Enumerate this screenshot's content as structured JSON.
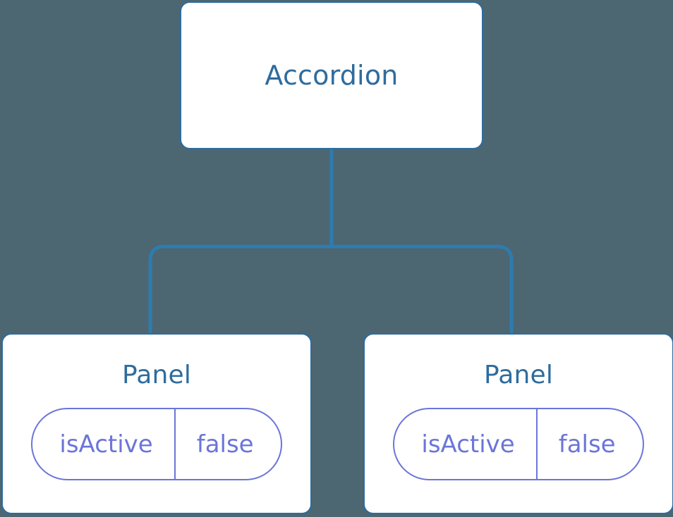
{
  "diagram": {
    "type": "component-tree",
    "background_color": "#4c6672",
    "node_border_color": "#2e6c9e",
    "node_fill_color": "#ffffff",
    "node_text_color": "#2e6c9e",
    "prop_accent_color": "#6c75d8",
    "connector_color": "#2e7cae",
    "root": {
      "label": "Accordion"
    },
    "children": [
      {
        "label": "Panel",
        "prop": {
          "key": "isActive",
          "value": "false"
        }
      },
      {
        "label": "Panel",
        "prop": {
          "key": "isActive",
          "value": "false"
        }
      }
    ]
  }
}
